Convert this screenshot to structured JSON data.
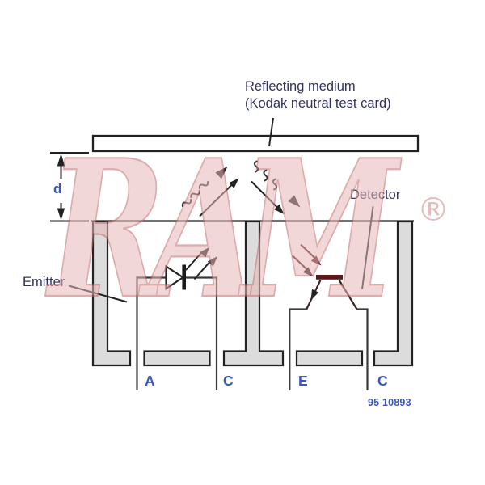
{
  "labels": {
    "reflecting_line1": "Reflecting medium",
    "reflecting_line2": "(Kodak neutral test card)",
    "distance": "d",
    "emitter": "Emitter",
    "detector": "Detector",
    "pin_a": "A",
    "pin_c1": "C",
    "pin_e": "E",
    "pin_c2": "C",
    "part_number": "95 10893"
  },
  "watermark": {
    "text": "RAM",
    "registered": "®"
  },
  "icons": {
    "emitted_ray_waves": "tilde-wave-marks",
    "reflected_ray_waves": "vertical-wave-marks",
    "led_symbol": "diode-with-emission-arrows",
    "phototransistor_symbol": "npn-with-incident-arrows"
  },
  "colors": {
    "background": "#ffffff",
    "ink": "#222222",
    "wire": "#3a3a3a",
    "maroon": "#5a1818",
    "housing_fill": "#dcdcdc",
    "card_fill": "#ffffff",
    "label_dark": "#32325e",
    "label_blue": "#3a57c0",
    "watermark_pink": "#e7b7b7",
    "watermark_stroke": "#c46a6a"
  }
}
